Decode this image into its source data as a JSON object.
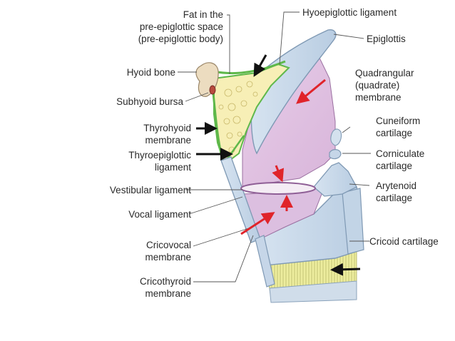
{
  "labels_left": {
    "fat": [
      "Fat in the",
      "pre-epiglottic space",
      "(pre-epiglottic body)"
    ],
    "hyoid": [
      "Hyoid bone"
    ],
    "bursa": [
      "Subhyoid bursa"
    ],
    "thyrohyoid": [
      "Thyrohyoid",
      "membrane"
    ],
    "thyroepiglottic": [
      "Thyroepiglottic",
      "ligament"
    ],
    "vestibular": [
      "Vestibular ligament"
    ],
    "vocal": [
      "Vocal ligament"
    ],
    "cricovocal": [
      "Cricovocal",
      "membrane"
    ],
    "cricothyroid": [
      "Cricothyroid",
      "membrane"
    ]
  },
  "labels_right": {
    "hyoepiglottic": [
      "Hyoepiglottic ligament"
    ],
    "epiglottis": [
      "Epiglottis"
    ],
    "quadrangular": [
      "Quadrangular",
      "(quadrate)",
      "membrane"
    ],
    "cuneiform": [
      "Cuneiform",
      "cartilage"
    ],
    "corniculate": [
      "Corniculate",
      "cartilage"
    ],
    "arytenoid": [
      "Arytenoid",
      "cartilage"
    ],
    "cricoid": [
      "Cricoid cartilage"
    ]
  },
  "colors": {
    "cartilage": "#c9d9ea",
    "cartilage_stroke": "#7f99b4",
    "membrane": "#e3c6e3",
    "membrane_stroke": "#9a6fa0",
    "fat": "#f7efb6",
    "ligament_green": "#5fb84a",
    "hyoid": "#ecdcc0",
    "ring": "#e6e6a0",
    "leader": "#555555",
    "arrow_red": "#e0242a",
    "arrow_black": "#111111"
  }
}
